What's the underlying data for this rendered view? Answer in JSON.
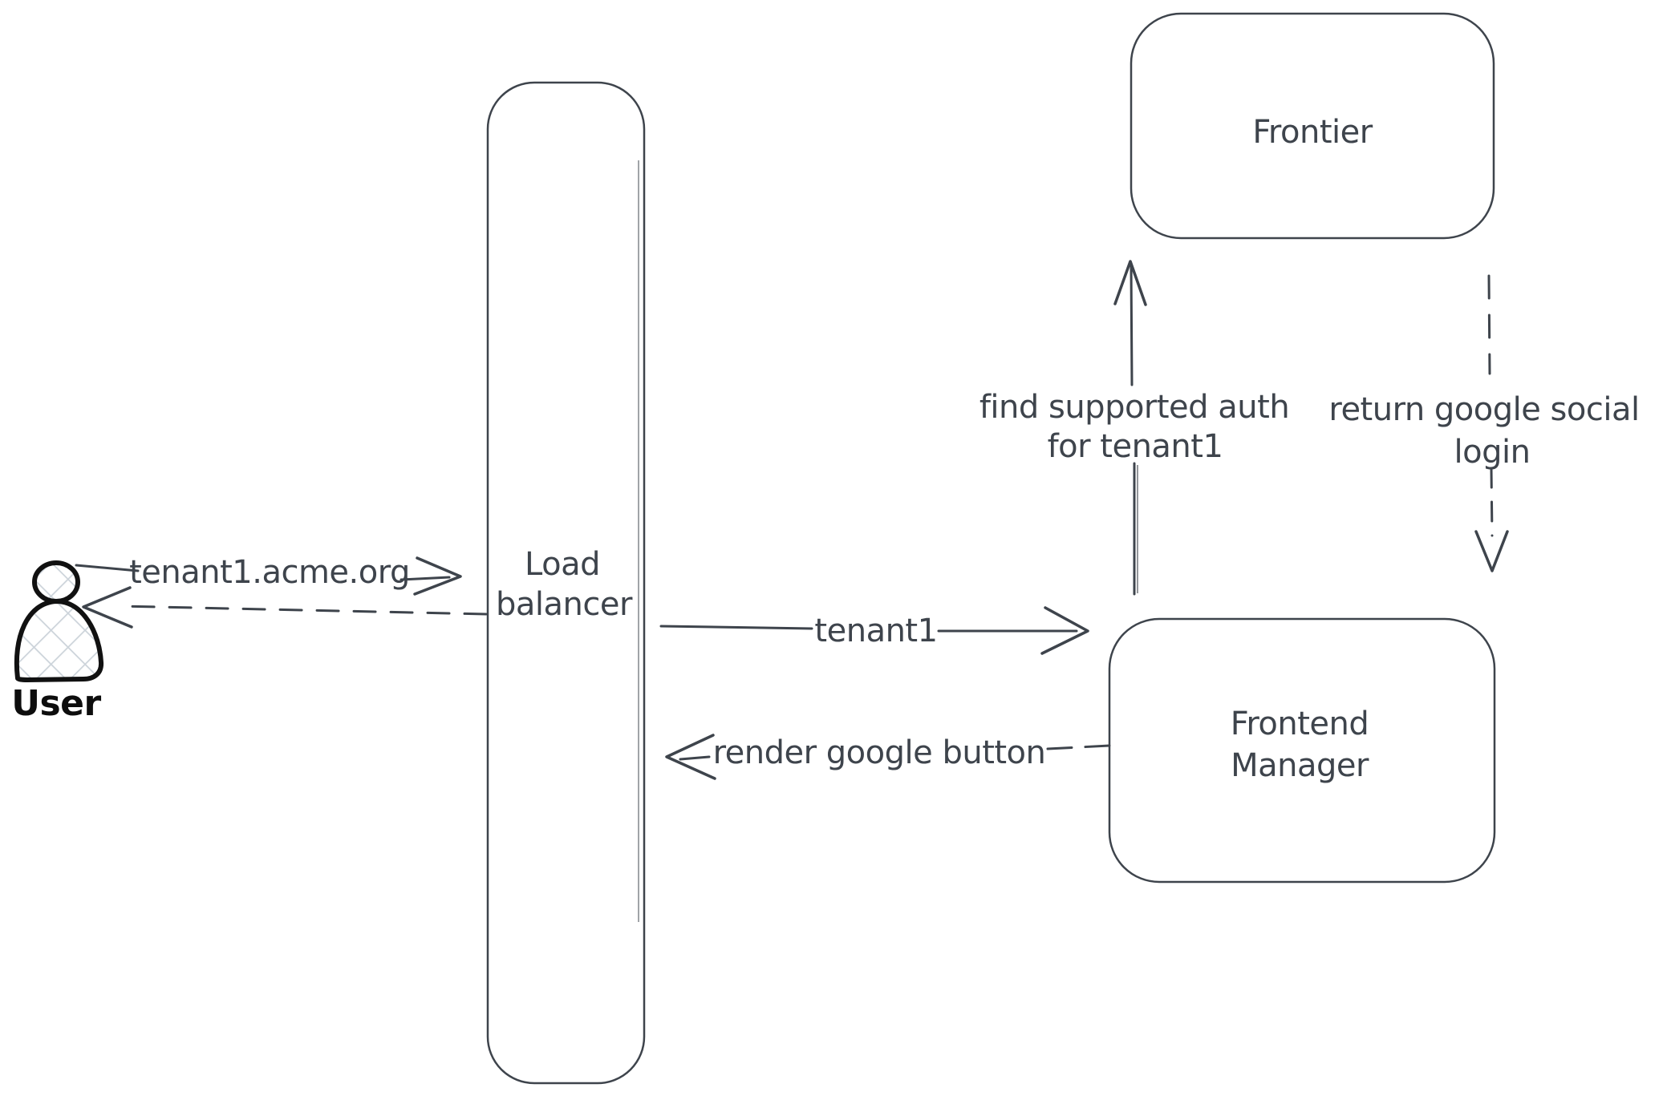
{
  "diagram": {
    "nodes": {
      "user": {
        "label": "User"
      },
      "load_balancer": {
        "lines": [
          "Load",
          "balancer"
        ]
      },
      "frontier": {
        "label": "Frontier"
      },
      "frontend_manager": {
        "lines": [
          "Frontend",
          "Manager"
        ]
      }
    },
    "edges": {
      "user_to_load_balancer": {
        "label": "tenant1.acme.org",
        "style": "solid",
        "direction": "right"
      },
      "load_balancer_to_user": {
        "label": "",
        "style": "dashed",
        "direction": "left"
      },
      "load_balancer_to_frontend_manager": {
        "label": "tenant1",
        "style": "solid",
        "direction": "right"
      },
      "frontend_manager_to_load_balancer": {
        "label": "render google button",
        "style": "dashed",
        "direction": "left"
      },
      "frontend_manager_to_frontier": {
        "lines": [
          "find supported auth",
          "for tenant1"
        ],
        "style": "solid",
        "direction": "up"
      },
      "frontier_to_frontend_manager": {
        "lines": [
          "return google social",
          "login"
        ],
        "style": "dashed",
        "direction": "down"
      }
    },
    "colors": {
      "stroke": "#3e444c",
      "actor_stroke": "#111111",
      "actor_hatch_fill": "#ccd3da",
      "background": "#ffffff"
    }
  }
}
